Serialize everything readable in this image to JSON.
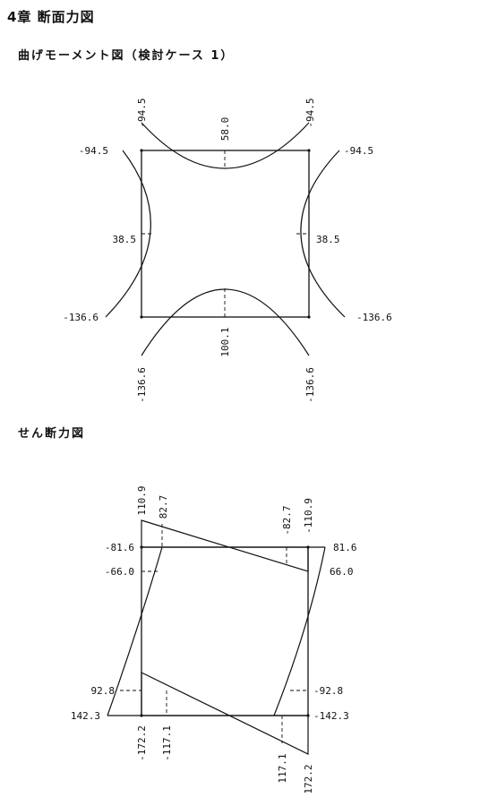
{
  "headings": {
    "chapter": "4章 断面力図",
    "moment": "曲げモーメント図（検討ケース 1）",
    "shear": "せん断力図"
  },
  "moment_diagram": {
    "top_left_vertical": "-94.5",
    "top_right_vertical": "-94.5",
    "top_left_horizontal": "-94.5",
    "top_right_horizontal": "-94.5",
    "top_mid": "58.0",
    "left_mid": "38.5",
    "right_mid": "38.5",
    "bottom_left_horizontal": "-136.6",
    "bottom_right_horizontal": "-136.6",
    "bottom_mid": "100.1",
    "bottom_left_vertical": "-136.6",
    "bottom_right_vertical": "-136.6"
  },
  "shear_diagram": {
    "top_left_value": "110.9",
    "top_left_inner": "82.7",
    "top_right_inner": "-82.7",
    "top_right_value": "-110.9",
    "top_left_h": "-81.6",
    "top_right_h": "81.6",
    "upper_left_h": "-66.0",
    "upper_right_h": "66.0",
    "lower_left_h": "92.8",
    "lower_right_h": "-92.8",
    "bottom_left_h": "142.3",
    "bottom_right_h": "-142.3",
    "bottom_left_value": "-172.2",
    "bottom_left_inner": "-117.1",
    "bottom_right_inner": "117.1",
    "bottom_right_value": "172.2"
  }
}
